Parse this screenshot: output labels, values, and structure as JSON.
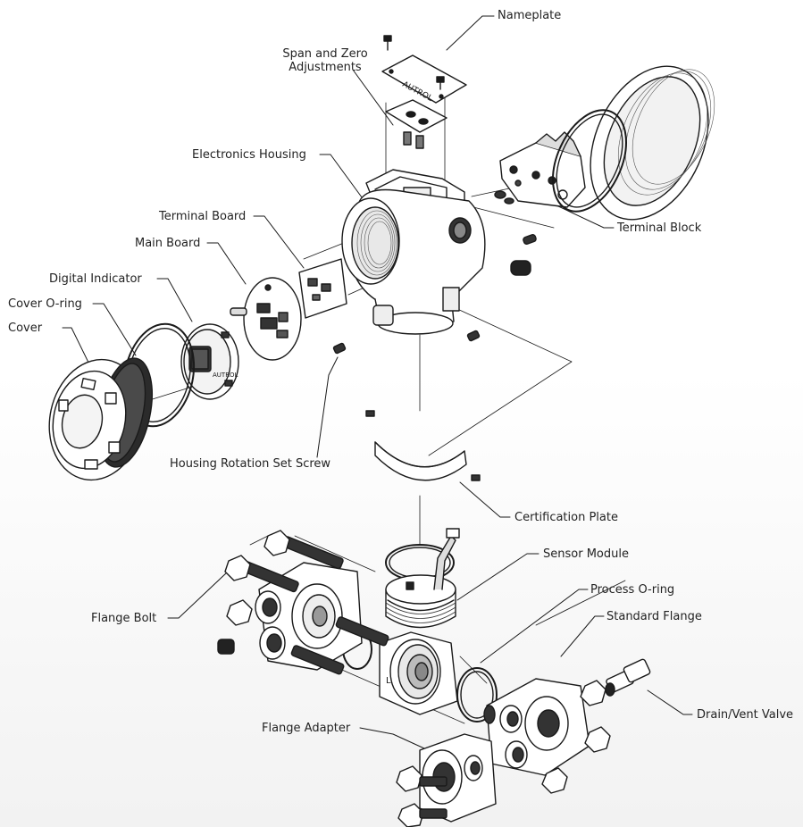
{
  "diagram": {
    "labels": {
      "nameplate": "Nameplate",
      "span_zero": "Span and Zero\nAdjustments",
      "electronics_housing": "Electronics Housing",
      "terminal_board": "Terminal Board",
      "terminal_block": "Terminal Block",
      "main_board": "Main Board",
      "digital_indicator": "Digital Indicator",
      "cover_oring": "Cover O-ring",
      "cover": "Cover",
      "housing_rotation_set_screw": "Housing Rotation Set Screw",
      "certification_plate": "Certification Plate",
      "sensor_module": "Sensor Module",
      "process_oring": "Process O-ring",
      "standard_flange": "Standard Flange",
      "flange_bolt": "Flange Bolt",
      "drain_vent_valve": "Drain/Vent Valve",
      "flange_adapter": "Flange Adapter"
    },
    "part_markings": {
      "nameplate_logo": "AUTROL",
      "indicator_logo": "AUTROL"
    },
    "colors": {
      "line": "#1a1a1a",
      "fill": "#ffffff",
      "shade": "#d9d9d9",
      "dark": "#555555"
    }
  }
}
